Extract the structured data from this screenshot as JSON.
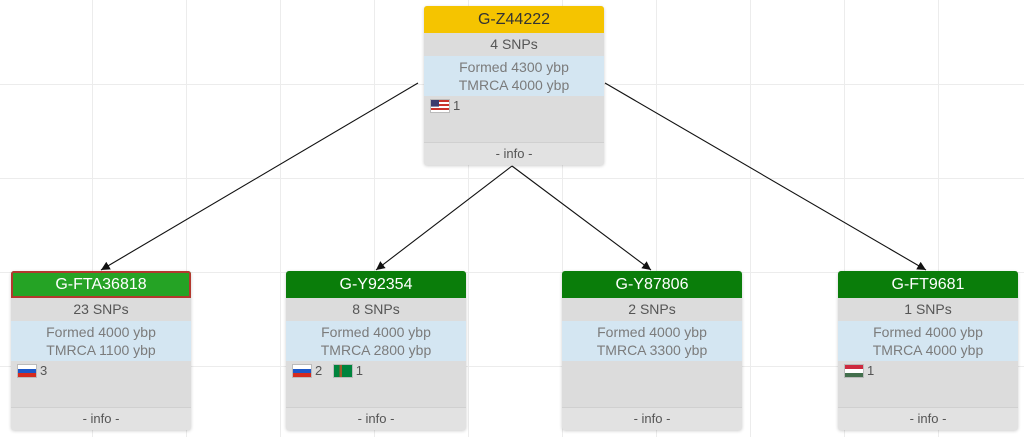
{
  "nodes": {
    "root": {
      "title": "G-Z44222",
      "snps": "4 SNPs",
      "formed": "Formed 4300 ybp",
      "tmrca": "TMRCA 4000 ybp",
      "flags": [
        {
          "icon": "us-flag-icon",
          "count": "1"
        }
      ],
      "info": "- info -"
    },
    "c1": {
      "title": "G-FTA36818",
      "snps": "23 SNPs",
      "formed": "Formed 4000 ybp",
      "tmrca": "TMRCA 1100 ybp",
      "flags": [
        {
          "icon": "russia-flag-icon",
          "count": "3"
        }
      ],
      "info": "- info -"
    },
    "c2": {
      "title": "G-Y92354",
      "snps": "8 SNPs",
      "formed": "Formed 4000 ybp",
      "tmrca": "TMRCA 2800 ybp",
      "flags": [
        {
          "icon": "russia-flag-icon",
          "count": "2"
        },
        {
          "icon": "turkmenistan-flag-icon",
          "count": "1"
        }
      ],
      "info": "- info -"
    },
    "c3": {
      "title": "G-Y87806",
      "snps": "2 SNPs",
      "formed": "Formed 4000 ybp",
      "tmrca": "TMRCA 3300 ybp",
      "flags": [],
      "info": "- info -"
    },
    "c4": {
      "title": "G-FT9681",
      "snps": "1 SNPs",
      "formed": "Formed 4000 ybp",
      "tmrca": "TMRCA 4000 ybp",
      "flags": [
        {
          "icon": "hungary-flag-icon",
          "count": "1"
        }
      ],
      "info": "- info -"
    }
  },
  "colors": {
    "root_title_bg": "#f5c400",
    "child_title_bg": "#0a7d0a",
    "selected_title_bg": "#25a325",
    "selected_border": "#b3382e",
    "age_band_bg": "#d4e6f2"
  }
}
